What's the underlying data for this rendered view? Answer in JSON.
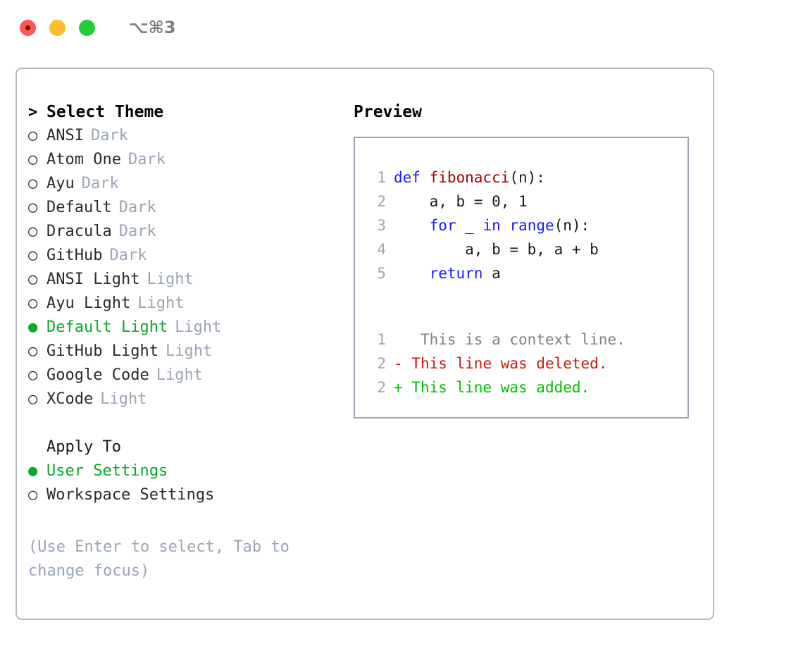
{
  "window": {
    "shortcut": "⌥⌘3",
    "traffic_lights": [
      "close-red",
      "minimize-yellow",
      "maximize-green"
    ]
  },
  "colors": {
    "selected_green": "#0aa82e",
    "muted_gray": "#9aa5b5",
    "keyword_blue": "#1a1aff",
    "function_red": "#a00000",
    "diff_delete_red": "#c41c10",
    "diff_add_green": "#00c000",
    "border_gray": "#b2bac6",
    "preview_border": "#98a4b4"
  },
  "theme_picker": {
    "prompt_marker": ">",
    "title": "Select Theme",
    "items": [
      {
        "marker": "○",
        "label": "ANSI",
        "tag": "Dark",
        "selected": false
      },
      {
        "marker": "○",
        "label": "Atom One",
        "tag": "Dark",
        "selected": false
      },
      {
        "marker": "○",
        "label": "Ayu",
        "tag": "Dark",
        "selected": false
      },
      {
        "marker": "○",
        "label": "Default",
        "tag": "Dark",
        "selected": false
      },
      {
        "marker": "○",
        "label": "Dracula",
        "tag": "Dark",
        "selected": false
      },
      {
        "marker": "○",
        "label": "GitHub",
        "tag": "Dark",
        "selected": false
      },
      {
        "marker": "○",
        "label": "ANSI Light",
        "tag": "Light",
        "selected": false
      },
      {
        "marker": "○",
        "label": "Ayu Light",
        "tag": "Light",
        "selected": false
      },
      {
        "marker": "●",
        "label": "Default Light",
        "tag": "Light",
        "selected": true
      },
      {
        "marker": "○",
        "label": "GitHub Light",
        "tag": "Light",
        "selected": false
      },
      {
        "marker": "○",
        "label": "Google Code",
        "tag": "Light",
        "selected": false
      },
      {
        "marker": "○",
        "label": "XCode",
        "tag": "Light",
        "selected": false
      }
    ]
  },
  "apply_to": {
    "title": "Apply To",
    "items": [
      {
        "marker": "●",
        "label": "User Settings",
        "selected": true
      },
      {
        "marker": "○",
        "label": "Workspace Settings",
        "selected": false
      }
    ]
  },
  "hint": "(Use Enter to select, Tab to change focus)",
  "preview": {
    "title": "Preview",
    "code_lines": [
      {
        "num": "1",
        "tokens": [
          {
            "t": "def ",
            "c": "kw"
          },
          {
            "t": "fibonacci",
            "c": "fn"
          },
          {
            "t": "(n):",
            "c": "plain"
          }
        ]
      },
      {
        "num": "2",
        "tokens": [
          {
            "t": "    a, b = 0, 1",
            "c": "plain"
          }
        ]
      },
      {
        "num": "3",
        "tokens": [
          {
            "t": "    ",
            "c": "plain"
          },
          {
            "t": "for",
            "c": "kw"
          },
          {
            "t": " _ ",
            "c": "plain"
          },
          {
            "t": "in",
            "c": "kw"
          },
          {
            "t": " ",
            "c": "plain"
          },
          {
            "t": "range",
            "c": "kw"
          },
          {
            "t": "(n):",
            "c": "plain"
          }
        ]
      },
      {
        "num": "4",
        "tokens": [
          {
            "t": "        a, b = b, a + b",
            "c": "plain"
          }
        ]
      },
      {
        "num": "5",
        "tokens": [
          {
            "t": "    ",
            "c": "plain"
          },
          {
            "t": "return",
            "c": "kw"
          },
          {
            "t": " a",
            "c": "plain"
          }
        ]
      }
    ],
    "diff_lines": [
      {
        "num": "1",
        "sign": " ",
        "text": "  This is a context line.",
        "kind": "context"
      },
      {
        "num": "2",
        "sign": "-",
        "text": " This line was deleted.",
        "kind": "delete"
      },
      {
        "num": "2",
        "sign": "+",
        "text": " This line was added.",
        "kind": "add"
      }
    ]
  }
}
